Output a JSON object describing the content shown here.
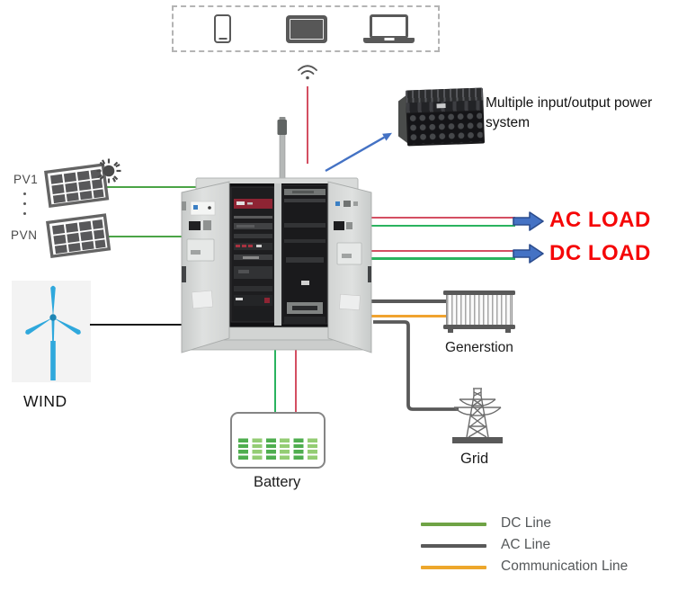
{
  "colors": {
    "dc_line": "#4ba446",
    "load_green": "#2ab35f",
    "load_red": "#d44f62",
    "ac_line": "#595959",
    "comm_line": "#f0a32f",
    "wind_line": "#1a1a1a",
    "arrow_blue": "#4472c4",
    "arrow_blue_dark": "#2c4d8e",
    "load_text": "#f50708",
    "wind_blue": "#2fa8dc",
    "legend_dc": "#6fa345",
    "legend_ac": "#595959",
    "legend_comm": "#eda72c"
  },
  "labels": {
    "pv1": "PV1",
    "pvn": "PVN",
    "wind": "WIND",
    "battery": "Battery",
    "generation": "Generstion",
    "grid": "Grid",
    "ac_load": "AC LOAD",
    "dc_load": "DC LOAD",
    "mio_system": "Multiple input/output power system"
  },
  "legend": {
    "items": [
      {
        "label": "DC Line"
      },
      {
        "label": "AC Line"
      },
      {
        "label": "Communication Line"
      }
    ]
  },
  "icons": [
    "smartphone-icon",
    "tablet-icon",
    "laptop-icon",
    "wifi-icon",
    "sun-icon",
    "solar-panel-icon",
    "wind-turbine-icon",
    "power-cabinet-image",
    "server-rack-image",
    "battery-icon",
    "radiator-icon",
    "grid-tower-icon",
    "block-arrow-right-icon",
    "pointer-arrow-icon"
  ]
}
